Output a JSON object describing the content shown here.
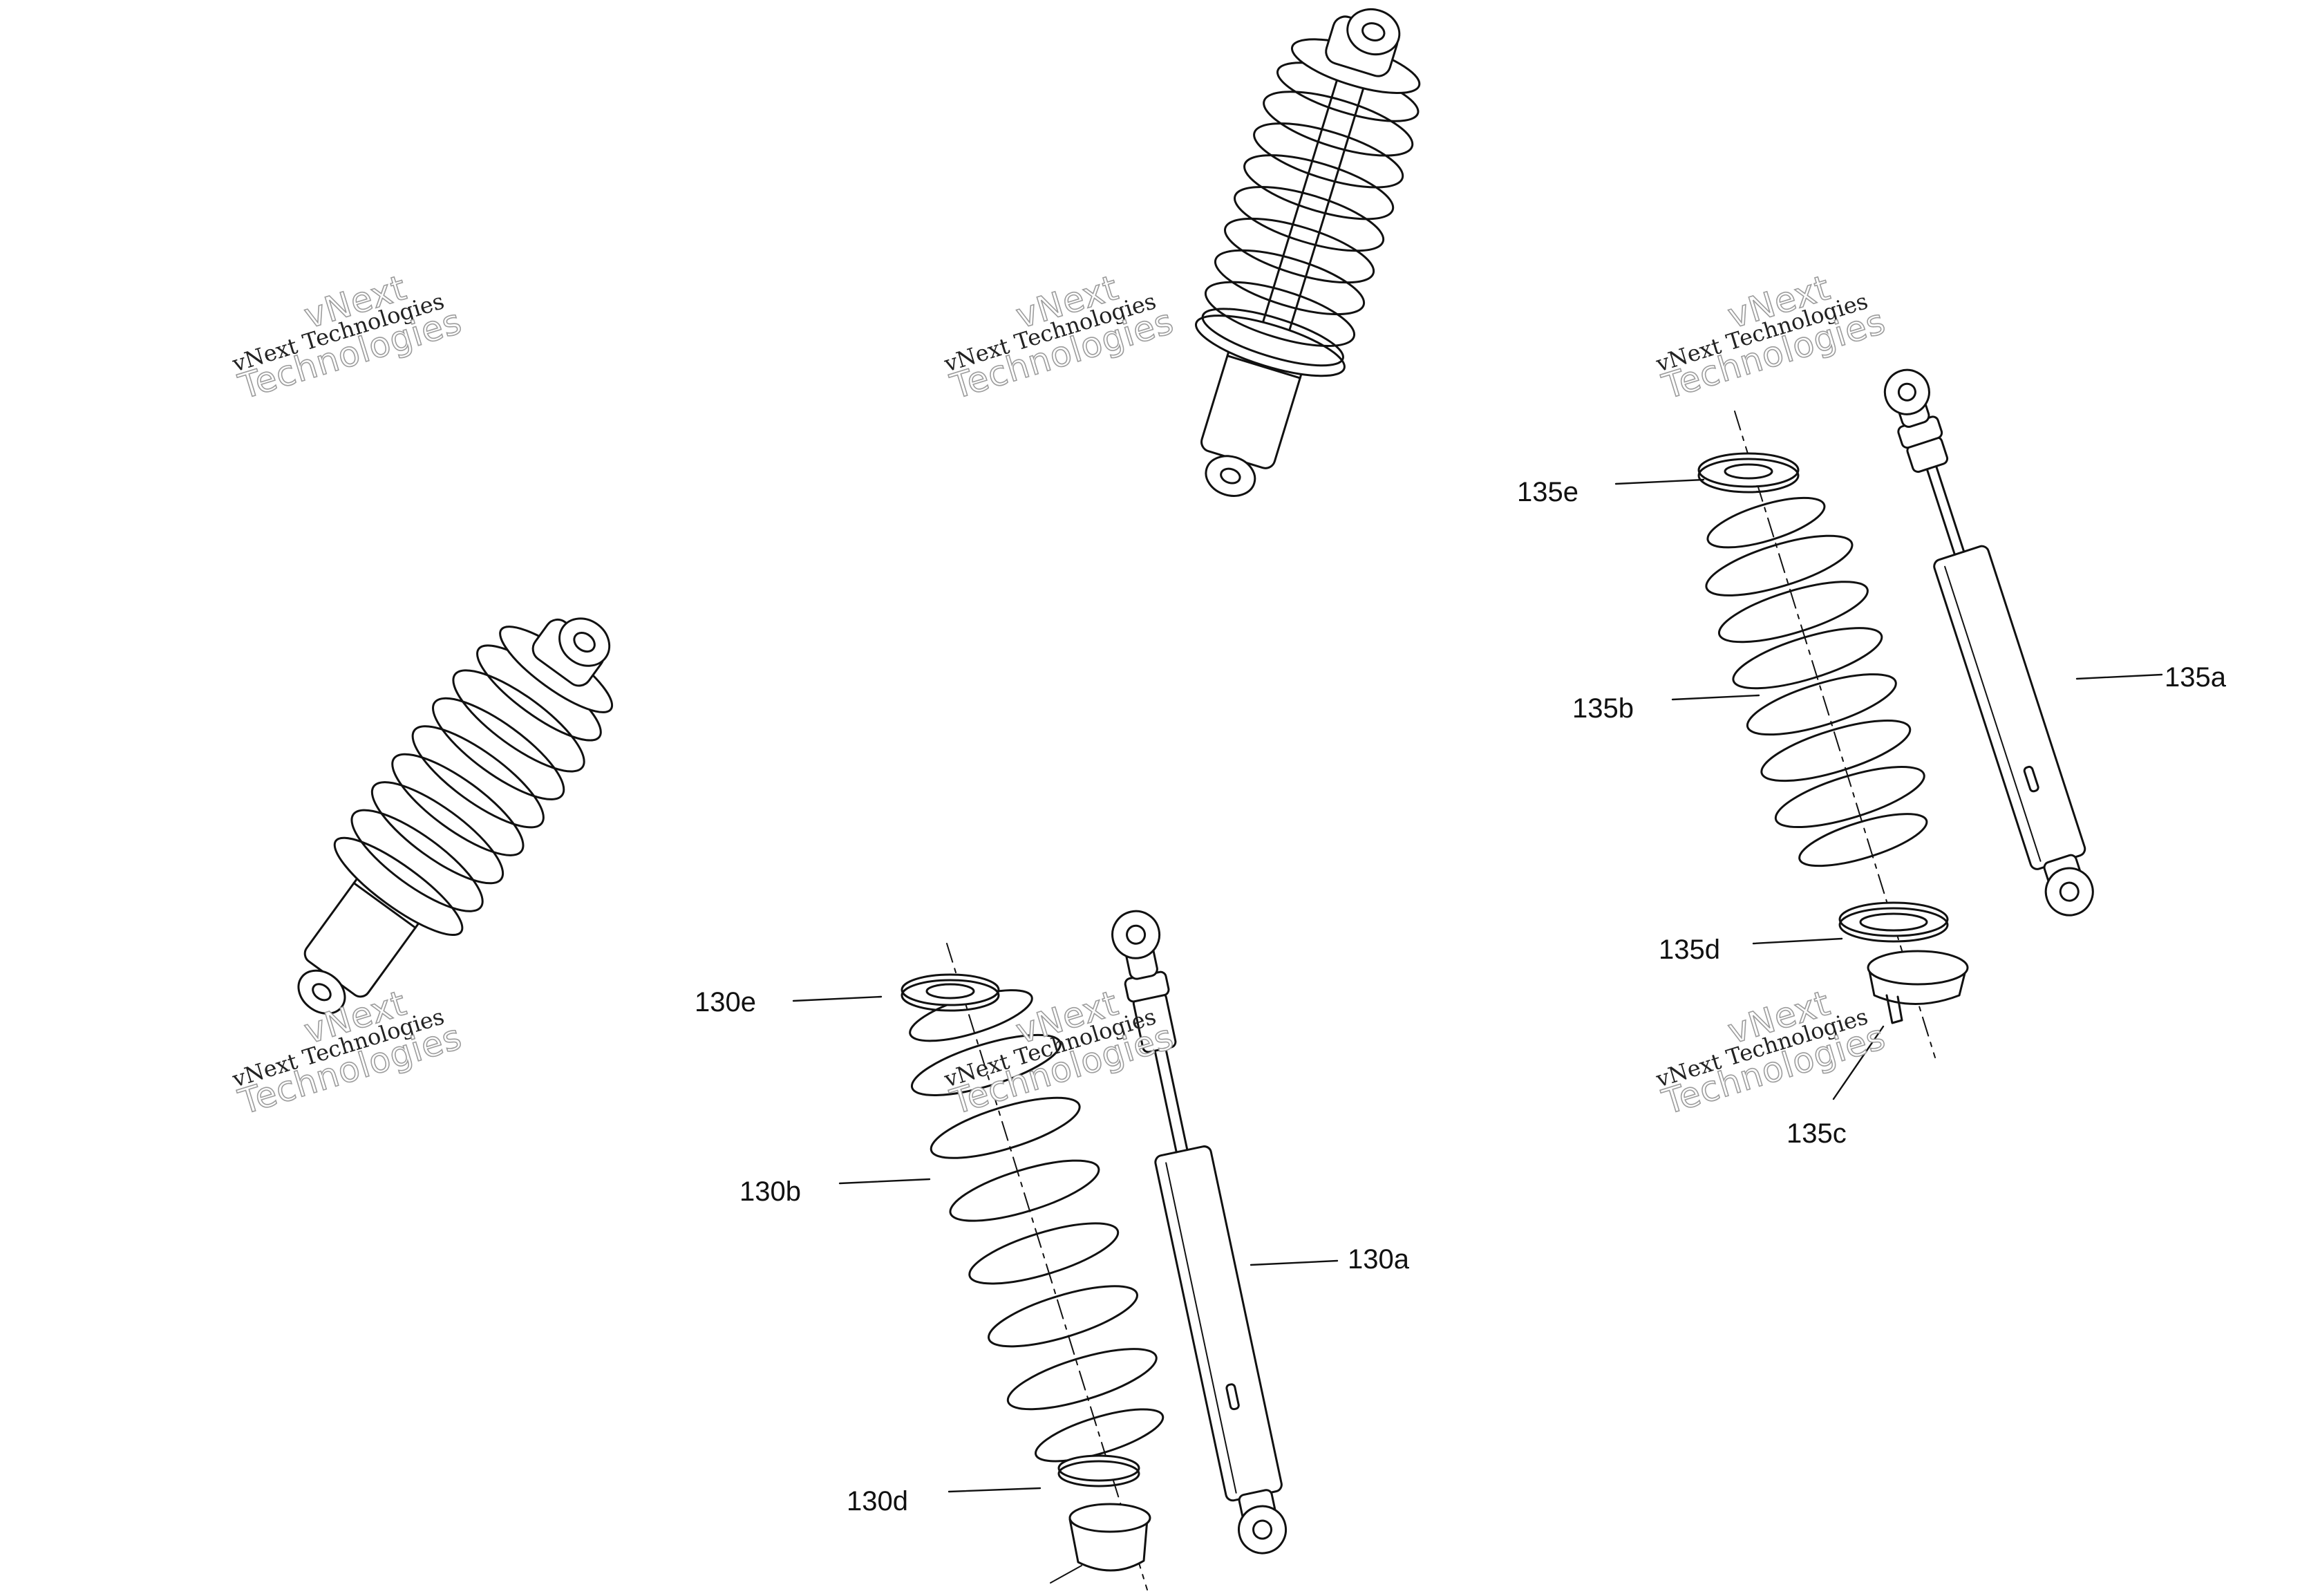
{
  "callouts": {
    "c130a": "130a",
    "c130b": "130b",
    "c130d": "130d",
    "c130e": "130e",
    "c135a": "135a",
    "c135b": "135b",
    "c135c": "135c",
    "c135d": "135d",
    "c135e": "135e"
  },
  "watermark": {
    "line1": "vNext",
    "line2": "vNext Technologies",
    "line3": "Technologies"
  },
  "colors": {
    "line": "#111111",
    "watermark_outline": "#9c9c9c"
  }
}
